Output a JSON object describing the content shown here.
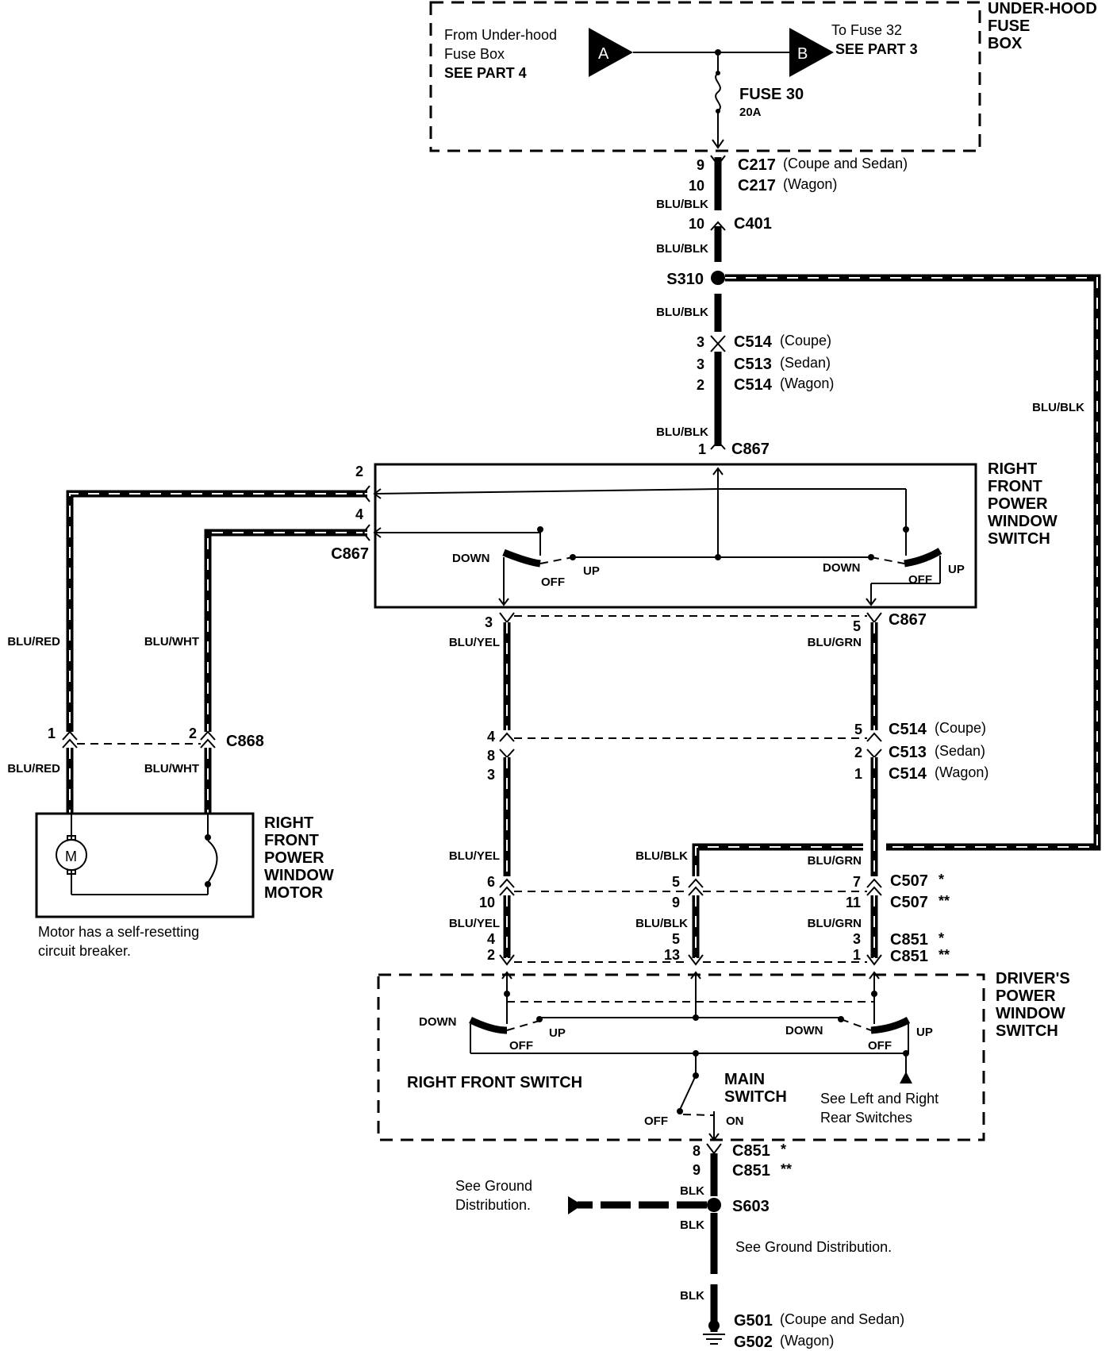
{
  "underhood": {
    "title_l1": "UNDER-HOOD",
    "title_l2": "FUSE",
    "title_l3": "BOX",
    "from_l1": "From Under-hood",
    "from_l2": "Fuse Box",
    "from_l3": "SEE PART 4",
    "to_l1": "To Fuse 32",
    "to_l2": "SEE PART 3",
    "conn_a": "A",
    "conn_b": "B",
    "fuse": "FUSE  30",
    "fuse_rating": "20A"
  },
  "top_connectors": {
    "c217a_pin": "9",
    "c217a": "C217",
    "c217a_note": "(Coupe and Sedan)",
    "c217b_pin": "10",
    "c217b": "C217",
    "c217b_note": "(Wagon)",
    "wire1": "BLU/BLK",
    "c401_pin": "10",
    "c401": "C401",
    "wire2": "BLU/BLK",
    "s310": "S310",
    "wire3": "BLU/BLK",
    "c514a_pin": "3",
    "c514a": "C514",
    "c514a_note": "(Coupe)",
    "c513_pin": "3",
    "c513": "C513",
    "c513_note": "(Sedan)",
    "c514b_pin": "2",
    "c514b": "C514",
    "c514b_note": "(Wagon)",
    "wire4": "BLU/BLK",
    "c867_pin": "1",
    "c867": "C867",
    "right_wire": "BLU/BLK"
  },
  "rf_switch": {
    "l1": "RIGHT",
    "l2": "FRONT",
    "l3": "POWER",
    "l4": "WINDOW",
    "l5": "SWITCH",
    "pin2": "2",
    "pin4": "4",
    "conn": "C867",
    "down_l": "DOWN",
    "off_l": "OFF",
    "up_l": "UP",
    "down_r": "DOWN",
    "off_r": "OFF",
    "up_r": "UP",
    "pin3": "3",
    "pin5": "5",
    "conn_bottom": "C867"
  },
  "motor": {
    "l1": "RIGHT",
    "l2": "FRONT",
    "l3": "POWER",
    "l4": "WINDOW",
    "l5": "MOTOR",
    "m": "M",
    "note_l1": "Motor has a self-resetting",
    "note_l2": "circuit breaker.",
    "wire_red": "BLU/RED",
    "wire_wht": "BLU/WHT",
    "wire_red2": "BLU/RED",
    "wire_wht2": "BLU/WHT",
    "pin1": "1",
    "pin2": "2",
    "conn": "C868"
  },
  "mid": {
    "wire_yel": "BLU/YEL",
    "wire_grn": "BLU/GRN",
    "l_p1": "4",
    "l_p2": "8",
    "l_p3": "3",
    "r_p1": "5",
    "r_p2": "2",
    "r_p3": "1",
    "c514a": "C514",
    "c514a_note": "(Coupe)",
    "c513": "C513",
    "c513_note": "(Sedan)",
    "c514b": "C514",
    "c514b_note": "(Wagon)",
    "wire_yel2": "BLU/YEL",
    "wire_blk2": "BLU/BLK",
    "wire_grn2": "BLU/GRN",
    "c507_l": "6",
    "c507_m": "5",
    "c507_r": "7",
    "c507a": "C507",
    "c507a_mark": "*",
    "c507b_l": "10",
    "c507b_m": "9",
    "c507b_r": "11",
    "c507b": "C507",
    "c507b_mark": "**",
    "wire_yel3": "BLU/YEL",
    "wire_blk3": "BLU/BLK",
    "wire_grn3": "BLU/GRN",
    "c851a_l": "4",
    "c851a_m": "5",
    "c851a_r": "3",
    "c851a": "C851",
    "c851a_mark": "*",
    "c851b_l": "2",
    "c851b_m": "13",
    "c851b_r": "1",
    "c851b": "C851",
    "c851b_mark": "**"
  },
  "driver": {
    "l1": "DRIVER'S",
    "l2": "POWER",
    "l3": "WINDOW",
    "l4": "SWITCH",
    "down_l": "DOWN",
    "off_l": "OFF",
    "up_l": "UP",
    "down_r": "DOWN",
    "off_r": "OFF",
    "up_r": "UP",
    "rf_switch": "RIGHT FRONT SWITCH",
    "main_l1": "MAIN",
    "main_l2": "SWITCH",
    "main_off": "OFF",
    "main_on": "ON",
    "see_l1": "See  Left and Right",
    "see_l2": "Rear Switches"
  },
  "ground": {
    "c851a_pin": "8",
    "c851a": "C851",
    "c851a_mark": "*",
    "c851b_pin": "9",
    "c851b": "C851",
    "c851b_mark": "**",
    "see_l1": "See Ground",
    "see_l2": "Distribution.",
    "wire1": "BLK",
    "s603": "S603",
    "wire2": "BLK",
    "see_dist": "See Ground Distribution.",
    "wire3": "BLK",
    "g501": "G501",
    "g501_note": "(Coupe and Sedan)",
    "g502": "G502",
    "g502_note": "(Wagon)"
  }
}
